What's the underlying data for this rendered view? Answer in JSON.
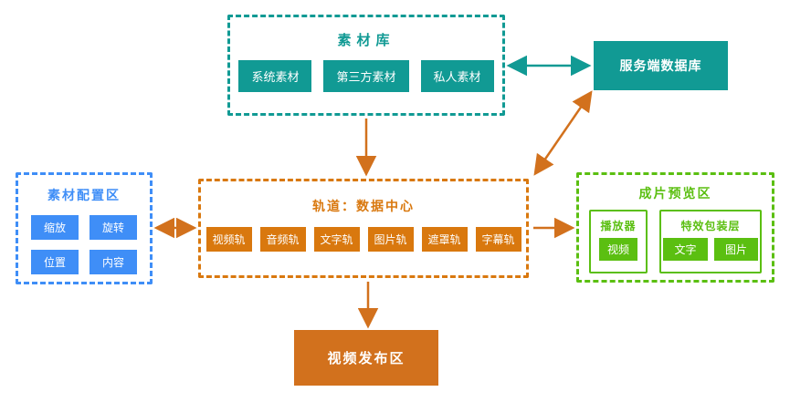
{
  "colors": {
    "teal": "#119a94",
    "blue": "#3f8ef7",
    "orange": "#d9780e",
    "orange_dark": "#d2711d",
    "green": "#5bbf11"
  },
  "library": {
    "title": "素材库",
    "items": [
      "系统素材",
      "第三方素材",
      "私人素材"
    ]
  },
  "server_db": {
    "label": "服务端数据库"
  },
  "config": {
    "title": "素材配置区",
    "items": [
      "缩放",
      "旋转",
      "位置",
      "内容"
    ]
  },
  "tracks": {
    "title": "轨道：数据中心",
    "items": [
      "视频轨",
      "音频轨",
      "文字轨",
      "图片轨",
      "遮罩轨",
      "字幕轨"
    ]
  },
  "preview": {
    "title": "成片预览区",
    "player": {
      "title": "播放器",
      "items": [
        "视频"
      ]
    },
    "effects": {
      "title": "特效包装层",
      "items": [
        "文字",
        "图片"
      ]
    }
  },
  "publish": {
    "label": "视频发布区"
  }
}
